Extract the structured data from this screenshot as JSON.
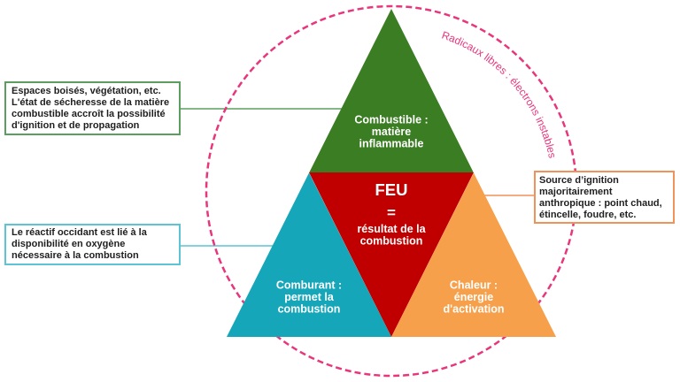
{
  "triangle": {
    "combustible": {
      "lines": [
        "Combustible :",
        "matière",
        "inflammable"
      ]
    },
    "feu": {
      "title": "FEU",
      "equals": "=",
      "lines": [
        "résultat de la",
        "combustion"
      ]
    },
    "comburant": {
      "lines": [
        "Comburant :",
        "permet la",
        "combustion"
      ]
    },
    "chaleur": {
      "lines": [
        "Chaleur :",
        "énergie",
        "d'activation"
      ]
    }
  },
  "cycle": {
    "label": "Radicaux libres : électrons instables"
  },
  "callouts": {
    "combustible": {
      "lines": [
        "Espaces boisés, végétation, etc.",
        "L'état de sécheresse de la matière",
        "combustible accroît la possibilité",
        "d'ignition et de propagation"
      ]
    },
    "comburant": {
      "lines": [
        "Le réactif occidant est lié à la",
        "disponibilité en oxygène",
        "nécessaire à la combustion"
      ]
    },
    "chaleur": {
      "lines": [
        "Source d’ignition",
        "majoritairement",
        "anthropique : point chaud,",
        "étincelle, foudre, etc."
      ]
    }
  },
  "colors": {
    "combustible": "#3b7d23",
    "feu": "#c00000",
    "comburant": "#16a6b9",
    "chaleur": "#f7a04c",
    "cycle": "#e8367d",
    "callout_combustible_border": "#5a9f5f",
    "callout_comburant_border": "#5cc4d4",
    "callout_chaleur_border": "#f0925a"
  }
}
